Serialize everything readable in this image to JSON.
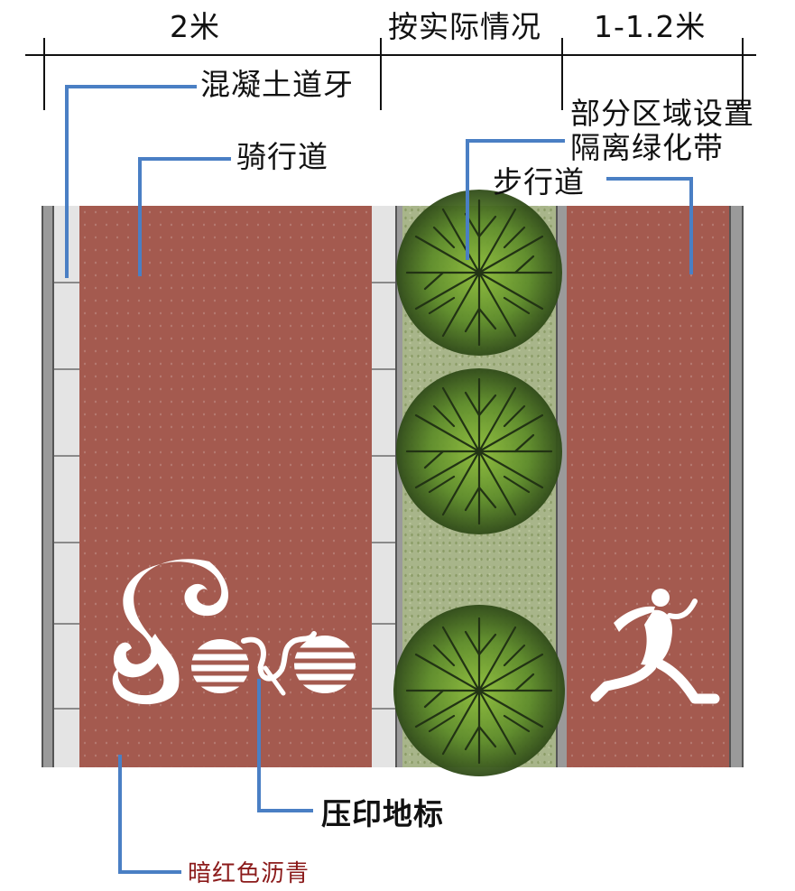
{
  "dimensions": {
    "bike_width": "2米",
    "median_width": "按实际情况",
    "walk_width": "1-1.2米"
  },
  "labels": {
    "curb": "混凝土道牙",
    "bike_lane": "骑行道",
    "median_note": "部分区域设置",
    "median": "隔离绿化带",
    "walk_lane": "步行道",
    "marking": "压印地标",
    "asphalt": "暗红色沥青"
  },
  "colors": {
    "asphalt": "#a45a4f",
    "leader": "#4a7fc4",
    "asphalt_label": "#8b1a1a"
  },
  "icons": {
    "bike_marking": "bicycle-stencil-icon",
    "walk_marking": "runner-stencil-icon",
    "median_trees": "tree-canopy-icon"
  }
}
